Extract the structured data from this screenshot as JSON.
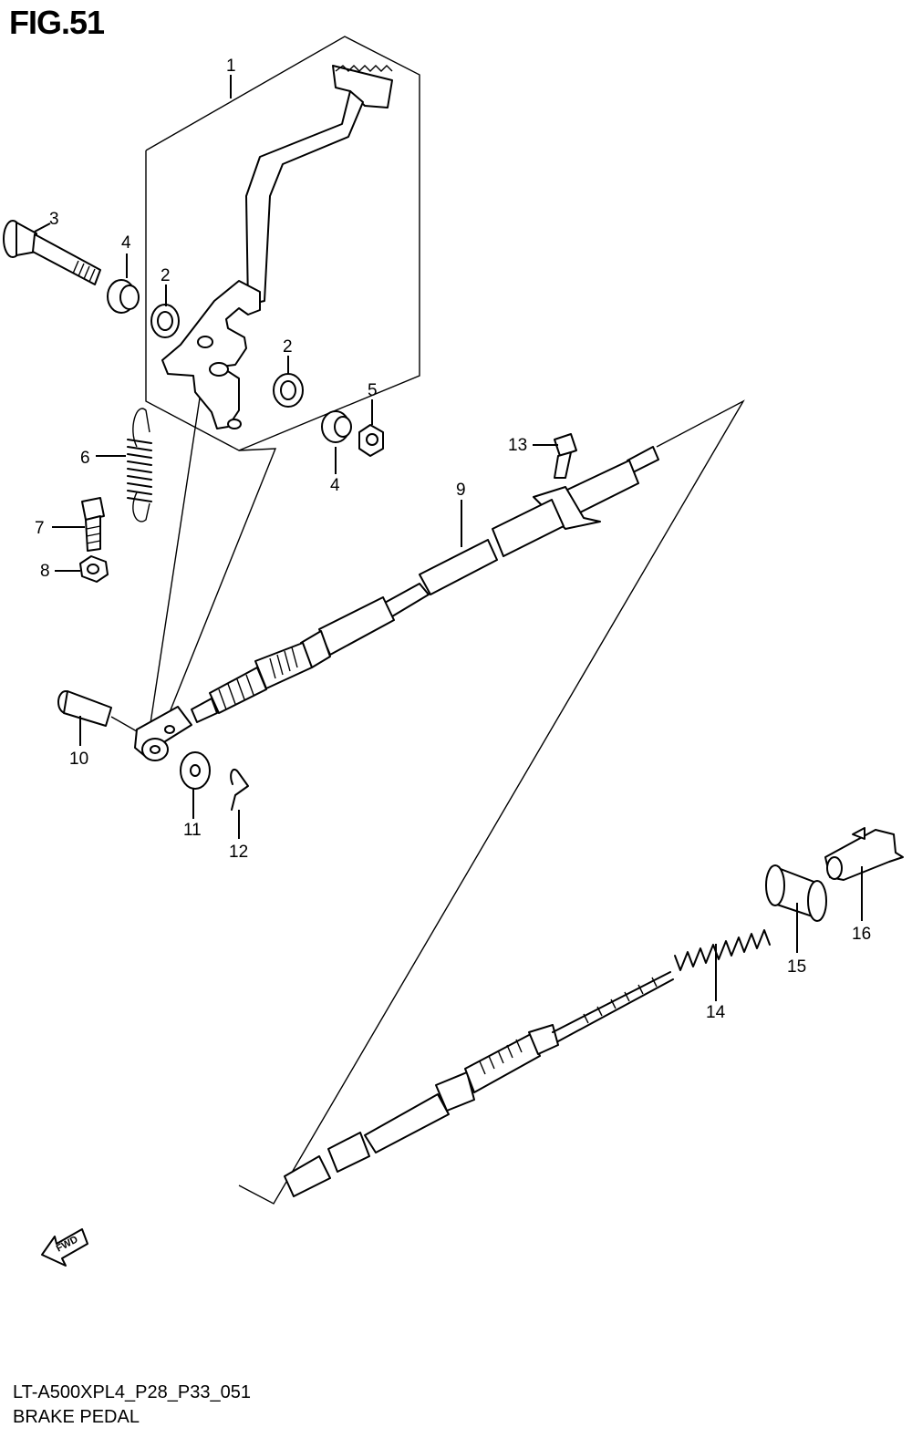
{
  "figure": {
    "title": "FIG.51"
  },
  "footer": {
    "code": "LT-A500XPL4_P28_P33_051",
    "title": "BRAKE PEDAL"
  },
  "callouts": [
    "1",
    "2",
    "2",
    "3",
    "4",
    "4",
    "5",
    "6",
    "7",
    "8",
    "9",
    "10",
    "11",
    "12",
    "13",
    "14",
    "15",
    "16"
  ],
  "fwd_label": "FWD"
}
